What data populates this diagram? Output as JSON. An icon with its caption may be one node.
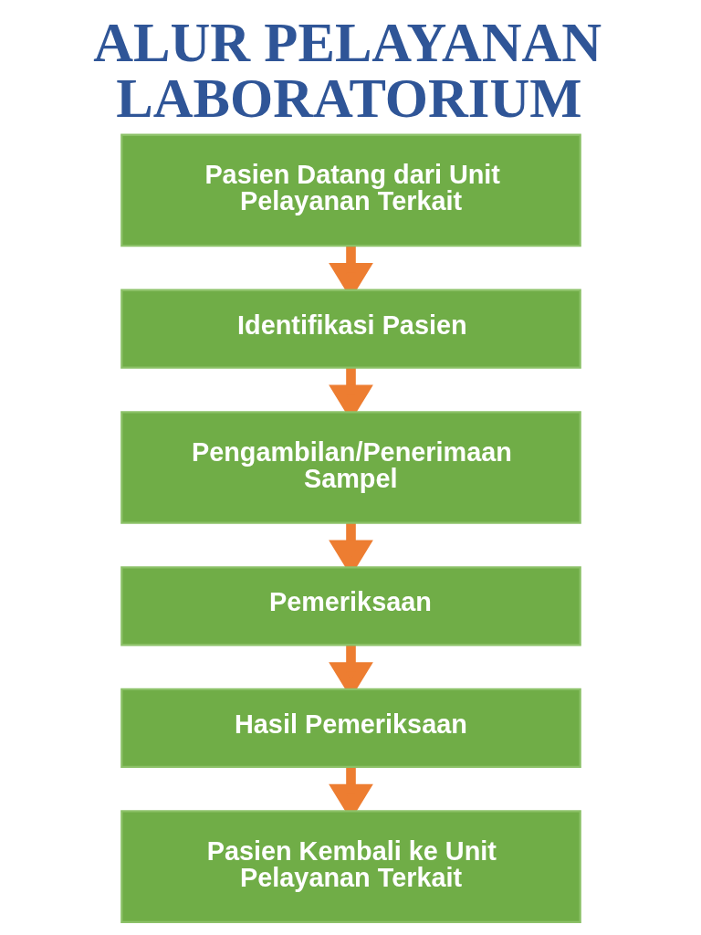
{
  "diagram": {
    "title": "ALUR PELAYANAN LABORATORIUM",
    "nodes": [
      {
        "text": [
          "Pasien Datang dari Unit Pelayanan Terkait"
        ]
      },
      {
        "text": [
          "Identifikasi Pasien"
        ]
      },
      {
        "text": [
          "Pengambilan/Penerimaan Sampel"
        ]
      },
      {
        "text": [
          "Pemeriksaan"
        ]
      },
      {
        "text": [
          "Hasil Pemeriksaan"
        ]
      },
      {
        "text": [
          "Pasien Kembali ke Unit Pelayanan Terkait"
        ]
      }
    ],
    "edges": [
      {
        "from": 0,
        "to": 1,
        "arrow": "to"
      },
      {
        "from": 1,
        "to": 2,
        "arrow": "to"
      },
      {
        "from": 2,
        "to": 3,
        "arrow": "to"
      },
      {
        "from": 3,
        "to": 4,
        "arrow": "to"
      },
      {
        "from": 4,
        "to": 5,
        "arrow": "to"
      }
    ]
  }
}
